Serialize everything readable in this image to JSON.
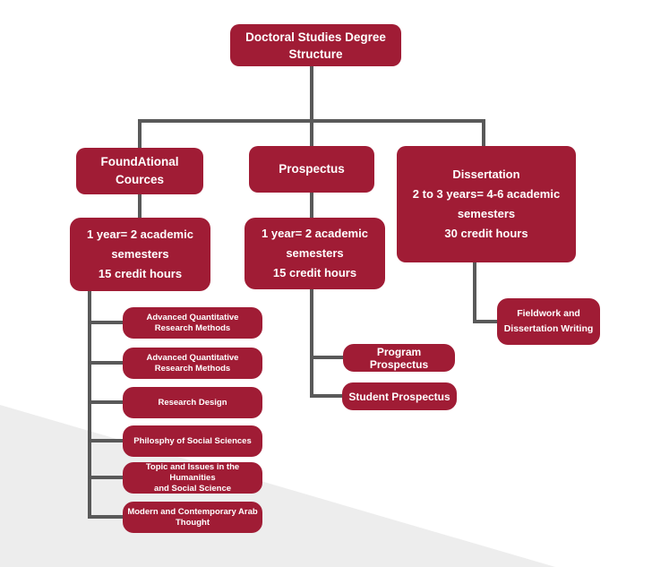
{
  "palette": {
    "node_fill": "#A01C35",
    "node_text": "#FFFFFF",
    "connector": "#595959",
    "wedge": "#EDEDED"
  },
  "diagram": {
    "root": {
      "lines": [
        "Doctoral Studies Degree",
        "Structure"
      ]
    },
    "foundational": {
      "header": {
        "lines": [
          "FoundAtional",
          "Cources"
        ]
      },
      "duration": {
        "lines": [
          "1 year= 2 academic",
          "semesters",
          "15 credit hours"
        ]
      },
      "courses": [
        {
          "lines": [
            "Advanced Quantitative",
            "Research Methods"
          ]
        },
        {
          "lines": [
            "Advanced Quantitative",
            "Research Methods"
          ]
        },
        {
          "lines": [
            "Research Design"
          ]
        },
        {
          "lines": [
            "Philosphy of Social Sciences"
          ]
        },
        {
          "lines": [
            "Topic and Issues in the Humanities",
            "and Social Science"
          ]
        },
        {
          "lines": [
            "Modern and Contemporary Arab",
            "Thought"
          ]
        }
      ]
    },
    "prospectus": {
      "header": {
        "lines": [
          "Prospectus"
        ]
      },
      "duration": {
        "lines": [
          "1 year= 2 academic",
          "semesters",
          "15 credit hours"
        ]
      },
      "children": [
        {
          "lines": [
            "Program Prospectus"
          ]
        },
        {
          "lines": [
            "Student Prospectus"
          ]
        }
      ]
    },
    "dissertation": {
      "header": {
        "lines": [
          "Dissertation",
          "2 to 3 years= 4-6 academic",
          "semesters",
          "30 credit hours"
        ]
      },
      "children": [
        {
          "lines": [
            "Fieldwork and",
            "Dissertation Writing"
          ]
        }
      ]
    }
  }
}
